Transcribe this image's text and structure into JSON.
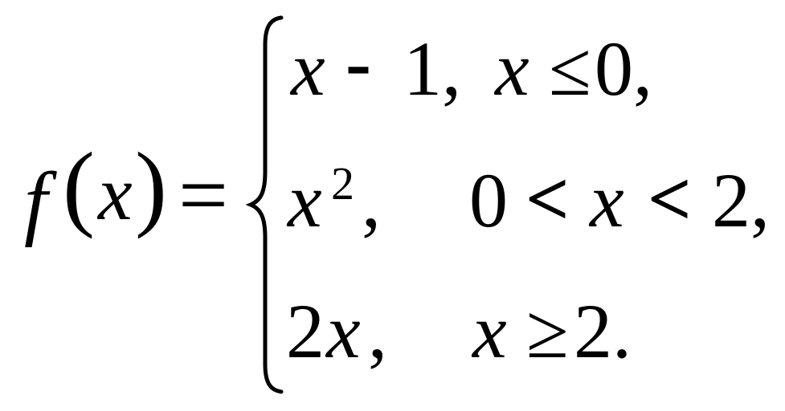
{
  "formula": {
    "lhs": {
      "func": "f",
      "open_paren": "(",
      "var": "x",
      "close_paren": ")",
      "equals": "="
    },
    "cases": [
      {
        "expr_var": "x",
        "expr_op": "-",
        "expr_const": "1,",
        "cond_var": "x",
        "cond_rel": "≤",
        "cond_val": "0,"
      },
      {
        "expr_base": "x",
        "expr_exp": "2",
        "expr_comma": ",",
        "cond_low": "0",
        "cond_rel1": "<",
        "cond_var": "x",
        "cond_rel2": "<",
        "cond_high": "2,"
      },
      {
        "expr_coef": "2",
        "expr_var": "x",
        "expr_comma": ",",
        "cond_var": "x",
        "cond_rel": "≥",
        "cond_val": "2."
      }
    ]
  }
}
